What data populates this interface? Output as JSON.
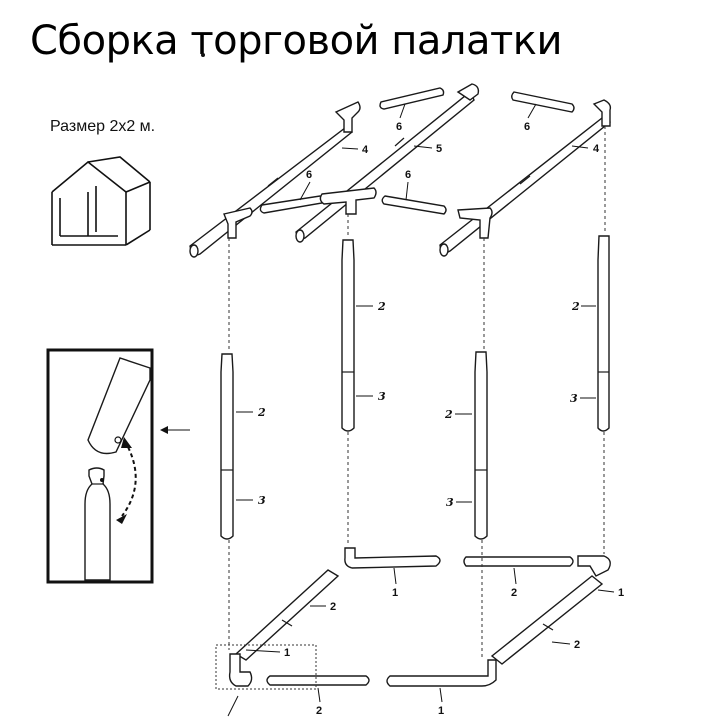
{
  "title": "Сборка торговой палатки",
  "title_dot": ".",
  "size_label": "Размер 2х2 м.",
  "part_labels": {
    "p1": "1",
    "p2": "2",
    "p3": "3",
    "p4": "4",
    "p5": "5",
    "p6": "6"
  }
}
